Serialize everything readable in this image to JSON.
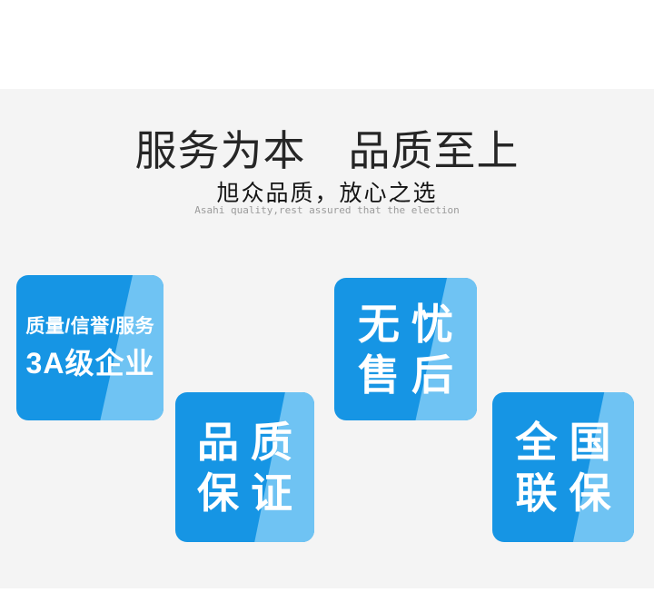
{
  "page": {
    "background_color": "#ffffff",
    "band_color": "#f4f4f4",
    "accent_blue": "#1695e4",
    "accent_blue_light": "#6fc3f3",
    "text_color_title": "#262626",
    "text_color_subtitle_en": "#9b9b9b"
  },
  "header": {
    "title": "服务为本　品质至上",
    "subtitle": "旭众品质，放心之选",
    "subtitle_en": "Asahi quality,rest assured that the election"
  },
  "badges": [
    {
      "name": "3a-enterprise",
      "line1": "质量/信誉/服务",
      "line2": "3A级企业"
    },
    {
      "name": "quality-guarantee",
      "line1": "品质",
      "line2": "保证"
    },
    {
      "name": "worry-free-aftersales",
      "line1": "无忧",
      "line2": "售后"
    },
    {
      "name": "nationwide-warranty",
      "line1": "全国",
      "line2": "联保"
    }
  ]
}
